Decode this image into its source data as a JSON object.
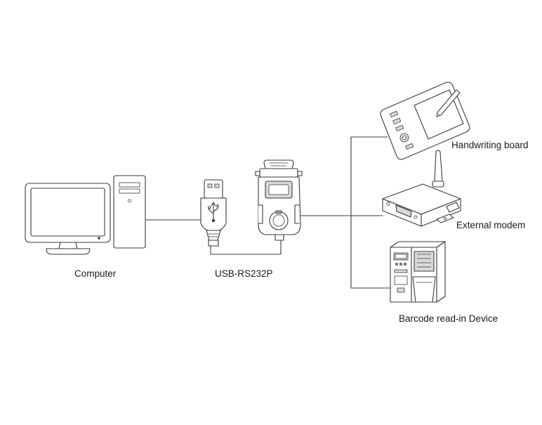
{
  "labels": {
    "computer": "Computer",
    "adapter": "USB-RS232P",
    "handwriting_board": "Handwriting board",
    "external_modem": "External modem",
    "barcode_device": "Barcode read-in Device"
  },
  "colors": {
    "line": "#3a3a3a",
    "background": "#ffffff"
  }
}
